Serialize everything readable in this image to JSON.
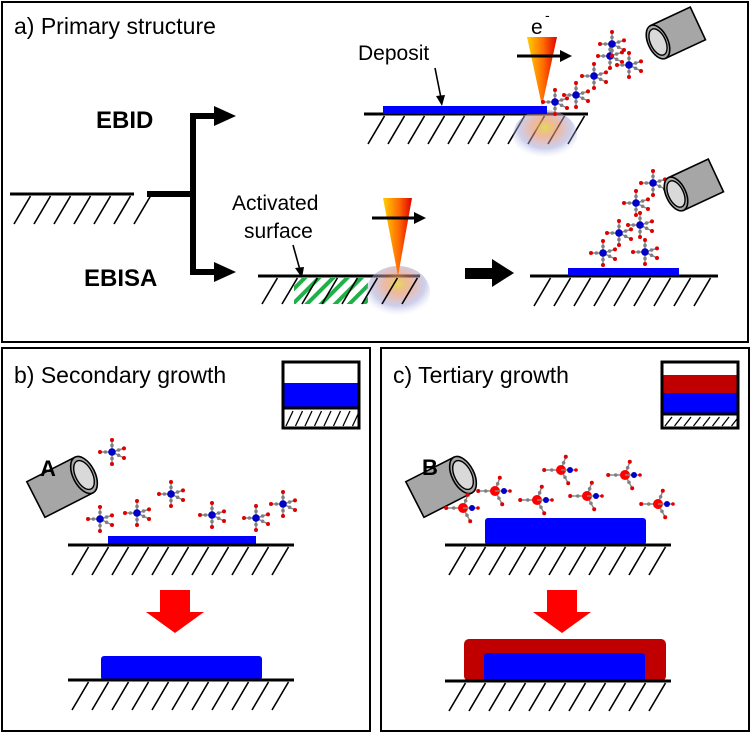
{
  "panels": {
    "a": {
      "title": "a) Primary structure",
      "methods": [
        "EBID",
        "EBISA"
      ],
      "labels": {
        "deposit": "Deposit",
        "electron": "e",
        "electron_sup": "-",
        "activated_line1": "Activated",
        "activated_line2": "surface"
      }
    },
    "b": {
      "title": "b) Secondary growth",
      "source_label": "A"
    },
    "c": {
      "title": "c) Tertiary growth",
      "source_label": "B"
    }
  },
  "colors": {
    "deposit_blue": "#0000ff",
    "shell_red": "#c00000",
    "arrow_red": "#ff0000",
    "hatch_green": "#1fb04a",
    "source_gray": "#a6a6a6",
    "source_face": "#d9d9d9",
    "molecule_metal_a": "#0000c8",
    "molecule_metal_b": "#ff0000",
    "molecule_carbon": "#808080",
    "molecule_oxygen": "#e00000"
  }
}
